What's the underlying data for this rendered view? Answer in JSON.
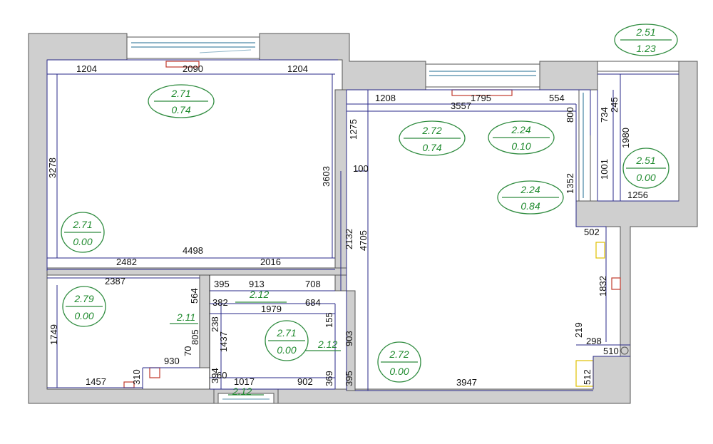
{
  "dimensions": [
    {
      "id": "d1",
      "text": "1204"
    },
    {
      "id": "d2",
      "text": "2090"
    },
    {
      "id": "d3",
      "text": "1204"
    },
    {
      "id": "d4",
      "text": "1208"
    },
    {
      "id": "d5",
      "text": "1795"
    },
    {
      "id": "d6",
      "text": "554"
    },
    {
      "id": "d7",
      "text": "3557"
    },
    {
      "id": "d8",
      "text": "800"
    },
    {
      "id": "d9",
      "text": "734"
    },
    {
      "id": "d10",
      "text": "245"
    },
    {
      "id": "d11",
      "text": "1980"
    },
    {
      "id": "d12",
      "text": "1001"
    },
    {
      "id": "d13",
      "text": "1352"
    },
    {
      "id": "d14",
      "text": "1256"
    },
    {
      "id": "d15",
      "text": "1275"
    },
    {
      "id": "d16",
      "text": "3278"
    },
    {
      "id": "d17",
      "text": "3603"
    },
    {
      "id": "d18",
      "text": "100"
    },
    {
      "id": "d19",
      "text": "2132"
    },
    {
      "id": "d20",
      "text": "4705"
    },
    {
      "id": "d21",
      "text": "2482"
    },
    {
      "id": "d22",
      "text": "4498"
    },
    {
      "id": "d23",
      "text": "2016"
    },
    {
      "id": "d24",
      "text": "502"
    },
    {
      "id": "d25",
      "text": "2387"
    },
    {
      "id": "d26",
      "text": "395"
    },
    {
      "id": "d27",
      "text": "913"
    },
    {
      "id": "d28",
      "text": "708"
    },
    {
      "id": "d29",
      "text": "564"
    },
    {
      "id": "d30",
      "text": "382"
    },
    {
      "id": "d31",
      "text": "1979"
    },
    {
      "id": "d32",
      "text": "684"
    },
    {
      "id": "d33",
      "text": "1832"
    },
    {
      "id": "d34",
      "text": "238"
    },
    {
      "id": "d35",
      "text": "155"
    },
    {
      "id": "d36",
      "text": "1749"
    },
    {
      "id": "d37",
      "text": "805"
    },
    {
      "id": "d38",
      "text": "1437"
    },
    {
      "id": "d39",
      "text": "903"
    },
    {
      "id": "d40",
      "text": "219"
    },
    {
      "id": "d41",
      "text": "298"
    },
    {
      "id": "d42",
      "text": "70"
    },
    {
      "id": "d43",
      "text": "930"
    },
    {
      "id": "d44",
      "text": "510"
    },
    {
      "id": "d45",
      "text": "1457"
    },
    {
      "id": "d46",
      "text": "310"
    },
    {
      "id": "d47",
      "text": "394"
    },
    {
      "id": "d48",
      "text": "60"
    },
    {
      "id": "d49",
      "text": "1017"
    },
    {
      "id": "d50",
      "text": "902"
    },
    {
      "id": "d51",
      "text": "369"
    },
    {
      "id": "d52",
      "text": "395"
    },
    {
      "id": "d53",
      "text": "3947"
    },
    {
      "id": "d54",
      "text": "512"
    }
  ],
  "level_marks": [
    {
      "id": "m1",
      "top": "2.71",
      "bottom": "0.74"
    },
    {
      "id": "m2",
      "top": "2.72",
      "bottom": "0.74"
    },
    {
      "id": "m3",
      "top": "2.24",
      "bottom": "0.10"
    },
    {
      "id": "m4",
      "top": "2.24",
      "bottom": "0.84"
    },
    {
      "id": "m5",
      "top": "2.51",
      "bottom": "0.00"
    },
    {
      "id": "m6",
      "top": "2.51",
      "bottom": "1.23"
    },
    {
      "id": "m7",
      "top": "2.71",
      "bottom": "0.00"
    },
    {
      "id": "m8",
      "top": "2.79",
      "bottom": "0.00"
    },
    {
      "id": "m9",
      "top": "2.71",
      "bottom": "0.00"
    },
    {
      "id": "m10",
      "top": "2.72",
      "bottom": "0.00"
    }
  ],
  "ceiling_labels": [
    {
      "id": "c1",
      "text": "2.12"
    },
    {
      "id": "c2",
      "text": "2.11"
    },
    {
      "id": "c3",
      "text": "2.12"
    },
    {
      "id": "c4",
      "text": "2.12"
    }
  ]
}
